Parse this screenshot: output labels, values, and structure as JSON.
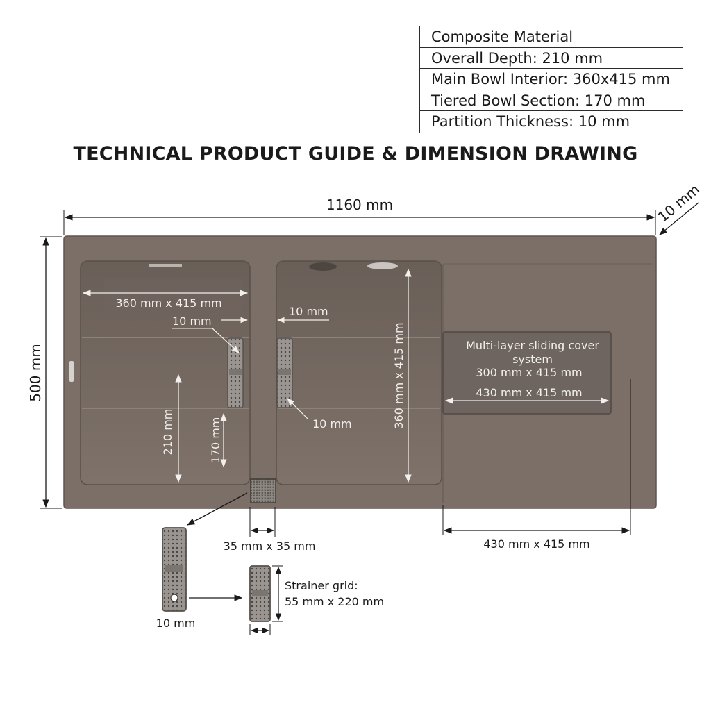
{
  "spec_table": {
    "rows": [
      "Composite Material",
      "Overall Depth: 210 mm",
      "Main Bowl Interior: 360x415 mm",
      "Tiered Bowl Section: 170 mm",
      "Partition Thickness: 10 mm"
    ]
  },
  "title": "TECHNICAL PRODUCT GUIDE & DIMENSION DRAWING",
  "dimensions": {
    "overall_width": "1160 mm",
    "edge_thickness": "10 mm",
    "overall_height": "500 mm",
    "left_bowl": "360 mm x 415 mm",
    "left_partition": "10 mm",
    "right_partition": "10 mm",
    "strainer_gap": "10 mm",
    "depth": "210 mm",
    "tier": "170 mm",
    "right_bowl": "360 mm x 415 mm",
    "cover_line1": "Multi-layer sliding cover",
    "cover_line2": "system",
    "cover_size": "300 mm x 415 mm",
    "cover_width": "430 mm x 415 mm",
    "drainer": "430 mm x 415 mm",
    "overflow_drain": "35 mm x 35 mm",
    "strainer_label1": "Strainer grid:",
    "strainer_label2": "55 mm x 220 mm",
    "basket_width": "10 mm"
  },
  "colors": {
    "sink_body": "#7b6f67",
    "sink_dark": "#665b54",
    "sink_light": "#8a7e76",
    "cover_panel": "#6e6560",
    "line": "#1a1a1a"
  }
}
